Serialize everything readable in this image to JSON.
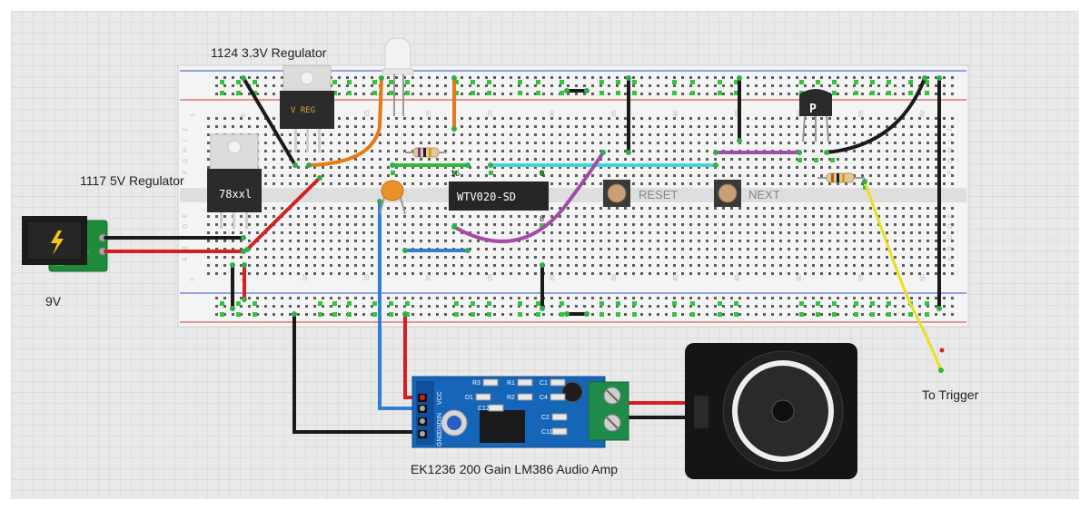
{
  "labels": {
    "reg33": "1124 3.3V Regulator",
    "reg5": "1117 5V Regulator",
    "battery": "9V",
    "amp": "EK1236 200 Gain LM386 Audio Amp",
    "trigger": "To Trigger",
    "reset": "RESET",
    "next": "NEXT",
    "reg5_chip": "78xxl",
    "reg33_chip": "V REG",
    "sound_chip": "WTV020-SD",
    "transistor": "P",
    "pin16": "16",
    "pin9": "9",
    "pin8": "8"
  },
  "column_numbers": [
    "1",
    "5",
    "10",
    "15",
    "20",
    "25",
    "30",
    "35",
    "40",
    "45",
    "50",
    "55",
    "60"
  ],
  "row_letters_top": [
    "J",
    "I",
    "H",
    "G",
    "F"
  ],
  "row_letters_bottom": [
    "E",
    "D",
    "C",
    "B",
    "A"
  ],
  "amp_pins": [
    "VCC",
    "IN",
    "GND",
    "GND"
  ],
  "amp_parts": [
    "R3",
    "R1",
    "C1",
    "R2",
    "C4",
    "D1",
    "C12",
    "C2",
    "C11"
  ],
  "colors": {
    "wire_black": "#1a1a1a",
    "wire_red": "#d42020",
    "wire_orange": "#e67a17",
    "wire_green": "#35b83c",
    "wire_cyan": "#3fd6d6",
    "wire_purple": "#a24ca8",
    "wire_blue": "#2e7fd4",
    "wire_yellow": "#e8e020",
    "pcb_blue": "#1565b8",
    "pcb_green": "#1f8a3a"
  }
}
